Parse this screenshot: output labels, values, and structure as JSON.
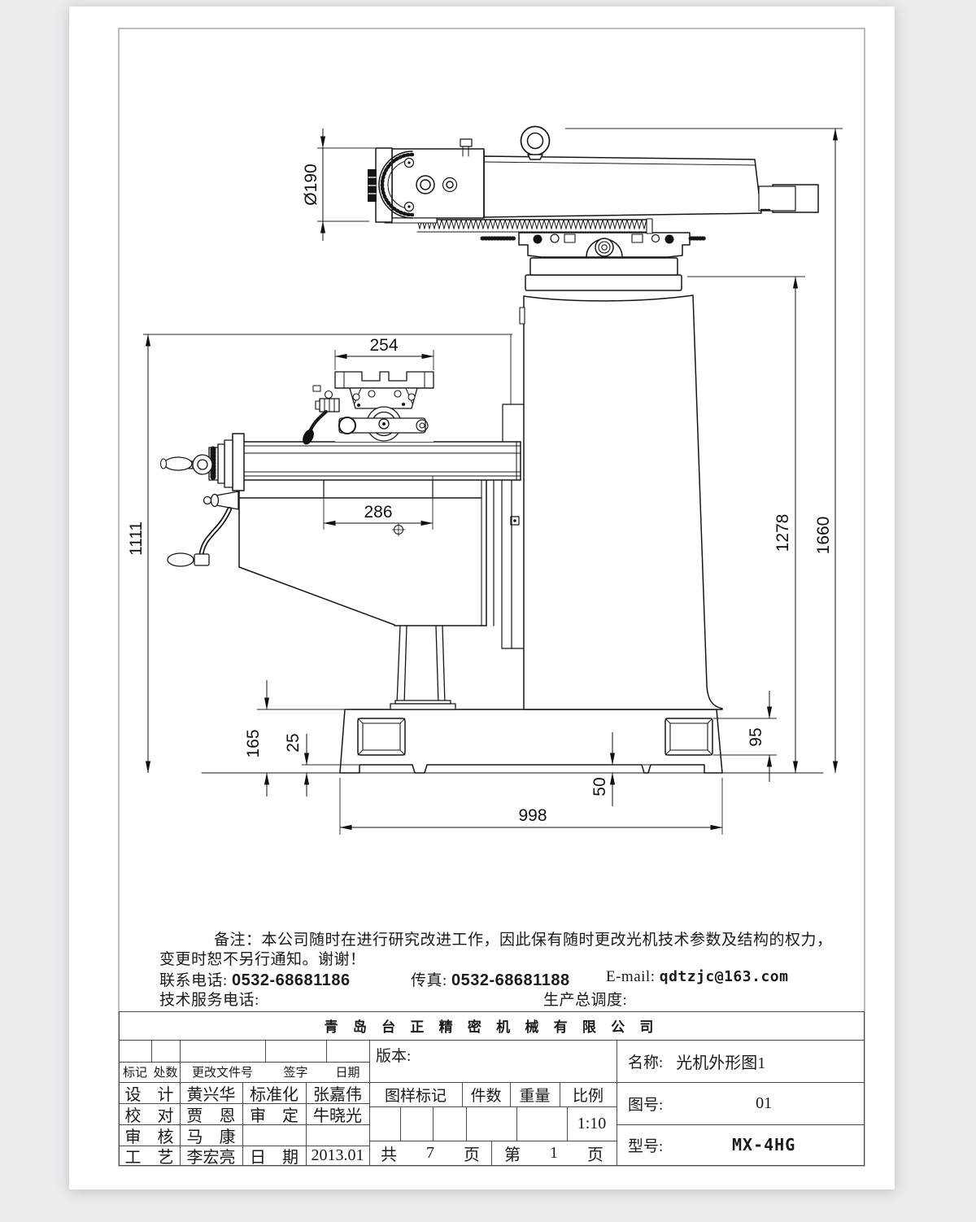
{
  "company_name": "青 岛 台 正 精 密 机 械 有 限 公 司",
  "notes": {
    "remark_line1": "备注：本公司随时在进行研究改进工作，因此保有随时更改光机技术参数及结构的权力，",
    "remark_line2": "变更时恕不另行通知。谢谢！",
    "contact_label": "联系电话:",
    "contact_phone": "0532-68681186",
    "fax_label": "传真:",
    "fax_phone": "0532-68681188",
    "email_label": "E-mail:",
    "email_value": "qdtzjc@163.com",
    "service_label": "技术服务电话:",
    "dispatch_label": "生产总调度:"
  },
  "drawing": {
    "dims": {
      "d190": "Ø190",
      "d254": "254",
      "d286": "286",
      "d1111": "1111",
      "d165": "165",
      "d25": "25",
      "d50": "50",
      "d95": "95",
      "d998": "998",
      "d1278": "1278",
      "d1660": "1660"
    }
  },
  "titleblock": {
    "version_label": "版本:",
    "rev_headers": [
      "标记",
      "处数",
      "更改文件号",
      "签字",
      "日期"
    ],
    "sig_rows": [
      {
        "role": "设　计",
        "name": "黄兴华",
        "role2": "标准化",
        "name2": "张嘉伟"
      },
      {
        "role": "校　对",
        "name": "贾　恩",
        "role2": "审　定",
        "name2": "牛晓光"
      },
      {
        "role": "审　核",
        "name": "马　康",
        "role2": "",
        "name2": ""
      },
      {
        "role": "工　艺",
        "name": "李宏亮",
        "role2": "日　期",
        "name2": "2013.01"
      }
    ],
    "mark_header": "图样标记",
    "qty_header": "件数",
    "weight_header": "重量",
    "scale_header": "比例",
    "scale_value": "1:10",
    "pages_total_prefix": "共",
    "pages_total": "7",
    "pages_total_suffix": "页",
    "page_prefix": "第",
    "page_number": "1",
    "page_suffix": "页",
    "name_label": "名称:",
    "name_value": "光机外形图1",
    "drawing_no_label": "图号:",
    "drawing_no": "01",
    "model_label": "型号:",
    "model": "MX-4HG"
  }
}
